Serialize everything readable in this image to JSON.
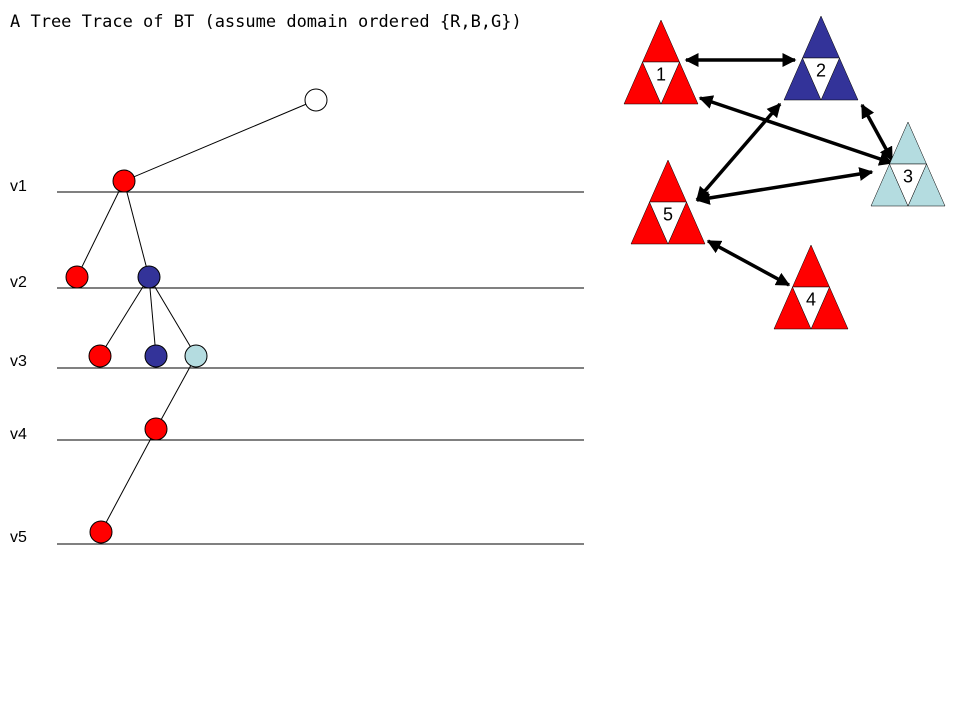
{
  "title": "A Tree Trace of BT (assume domain ordered {R,B,G})",
  "colors": {
    "R": "#ff0000",
    "B": "#333399",
    "G": "#b4dce0",
    "none": "#ffffff",
    "line": "#000000"
  },
  "levels": [
    "v1",
    "v2",
    "v3",
    "v4",
    "v5"
  ],
  "tree": {
    "nodes": [
      {
        "id": "root",
        "level": 0,
        "color": "none"
      },
      {
        "id": "n1",
        "level": 1,
        "color": "R"
      },
      {
        "id": "n2r",
        "level": 2,
        "color": "R"
      },
      {
        "id": "n2b",
        "level": 2,
        "color": "B"
      },
      {
        "id": "n3r",
        "level": 3,
        "color": "R"
      },
      {
        "id": "n3b",
        "level": 3,
        "color": "B"
      },
      {
        "id": "n3g",
        "level": 3,
        "color": "G"
      },
      {
        "id": "n4r",
        "level": 4,
        "color": "R"
      },
      {
        "id": "n5r",
        "level": 5,
        "color": "R"
      }
    ],
    "edges": [
      [
        "root",
        "n1"
      ],
      [
        "n1",
        "n2r"
      ],
      [
        "n1",
        "n2b"
      ],
      [
        "n2b",
        "n3r"
      ],
      [
        "n2b",
        "n3b"
      ],
      [
        "n2b",
        "n3g"
      ],
      [
        "n3g",
        "n4r"
      ],
      [
        "n4r",
        "n5r"
      ]
    ]
  },
  "graph": {
    "vertices": [
      {
        "id": "1",
        "label": "1",
        "color": "R"
      },
      {
        "id": "2",
        "label": "2",
        "color": "B"
      },
      {
        "id": "3",
        "label": "3",
        "color": "G"
      },
      {
        "id": "4",
        "label": "4",
        "color": "R"
      },
      {
        "id": "5",
        "label": "5",
        "color": "R"
      }
    ],
    "edges": [
      [
        "1",
        "2"
      ],
      [
        "1",
        "3"
      ],
      [
        "2",
        "3"
      ],
      [
        "2",
        "5"
      ],
      [
        "3",
        "5"
      ],
      [
        "4",
        "5"
      ]
    ]
  }
}
